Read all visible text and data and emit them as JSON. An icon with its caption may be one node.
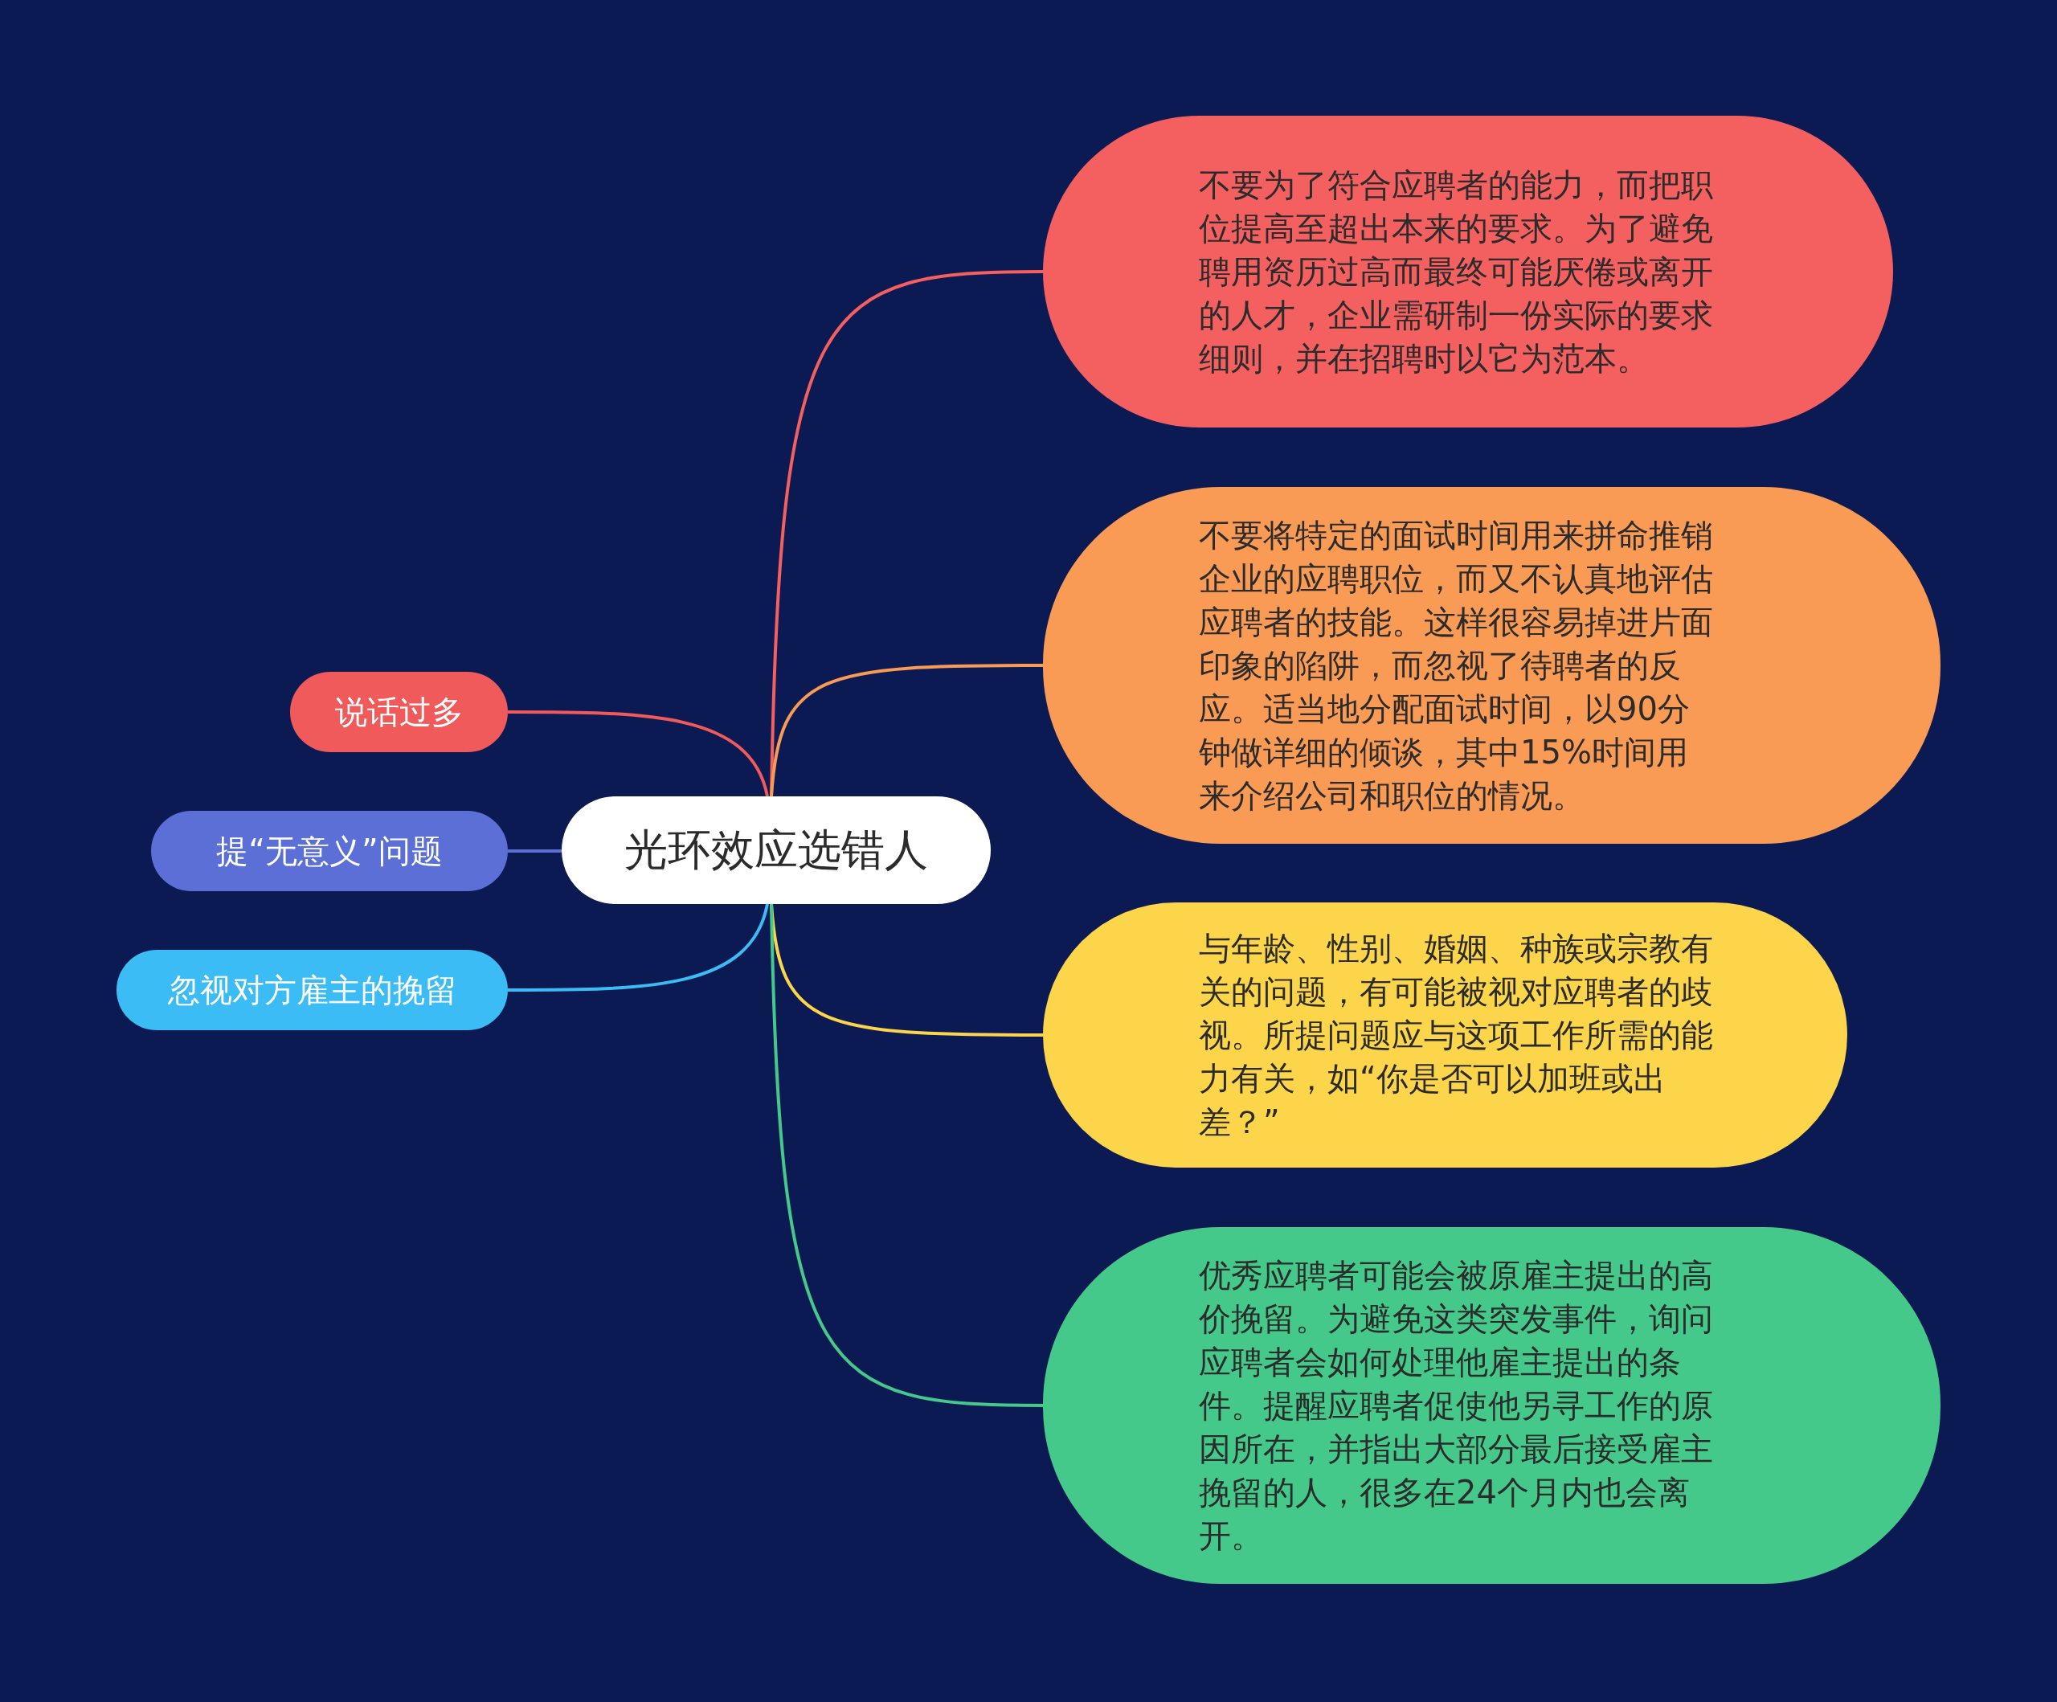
{
  "diagram": {
    "nodes": [
      {
        "text": [
          "光环效应选错人"
        ]
      },
      {
        "text": [
          "不要为了符合应聘者的能力，而把职位提高至超出本来的要求。为了避免聘用资历过高而最终可能厌倦或离开的人才，企业需研制一份实际的要求细则，并在招聘时以它为范本。"
        ]
      },
      {
        "text": [
          "不要将特定的面试时间用来拼命推销企业的应聘职位，而又不认真地评估应聘者的技能。这样很容易掉进片面印象的陷阱，而忽视了待聘者的反应。适当地分配面试时间，以90分钟做详细的倾谈，其中15%时间用来介绍公司和职位的情况。"
        ]
      },
      {
        "text": [
          "与年龄、性别、婚姻、种族或宗教有关的问题，有可能被视对应聘者的歧视。所提问题应与这项工作所需的能力有关，如“你是否可以加班或出差？”"
        ]
      },
      {
        "text": [
          "优秀应聘者可能会被原雇主提出的高价挽留。为避免这类突发事件，询问应聘者会如何处理他雇主提出的条件。提醒应聘者促使他另寻工作的原因所在，并指出大部分最后接受雇主挽留的人，很多在24个月内也会离开。"
        ]
      },
      {
        "text": [
          "说话过多"
        ]
      },
      {
        "text": [
          "提“无意义”问题"
        ]
      },
      {
        "text": [
          "忽视对方雇主的挽留"
        ]
      }
    ],
    "edges": [
      {
        "from": 0,
        "to": 1,
        "arrow": "none",
        "color": "#f45f5f"
      },
      {
        "from": 0,
        "to": 2,
        "arrow": "none",
        "color": "#f99a55"
      },
      {
        "from": 0,
        "to": 3,
        "arrow": "none",
        "color": "#fcd54a"
      },
      {
        "from": 0,
        "to": 4,
        "arrow": "none",
        "color": "#45c98b"
      },
      {
        "from": 0,
        "to": 5,
        "arrow": "none",
        "color": "#f05a5a"
      },
      {
        "from": 0,
        "to": 6,
        "arrow": "none",
        "color": "#5b6fd6"
      },
      {
        "from": 0,
        "to": 7,
        "arrow": "none",
        "color": "#3bbcf5"
      }
    ]
  }
}
